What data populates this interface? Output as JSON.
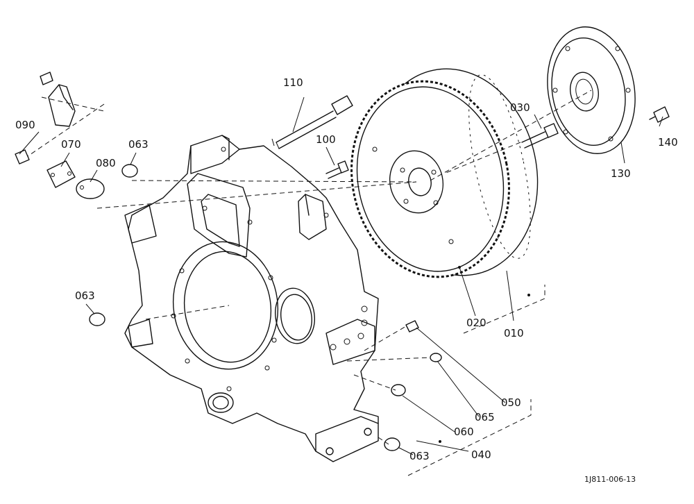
{
  "labels": {
    "l110": "110",
    "l030": "030",
    "l090": "090",
    "l070": "070",
    "l063a": "063",
    "l100": "100",
    "l140": "140",
    "l080": "080",
    "l130": "130",
    "l063b": "063",
    "l020": "020",
    "l010": "010",
    "l050": "050",
    "l065": "065",
    "l060": "060",
    "l040": "040",
    "l063c": "063"
  },
  "drawing_code": "1J811-006-13"
}
